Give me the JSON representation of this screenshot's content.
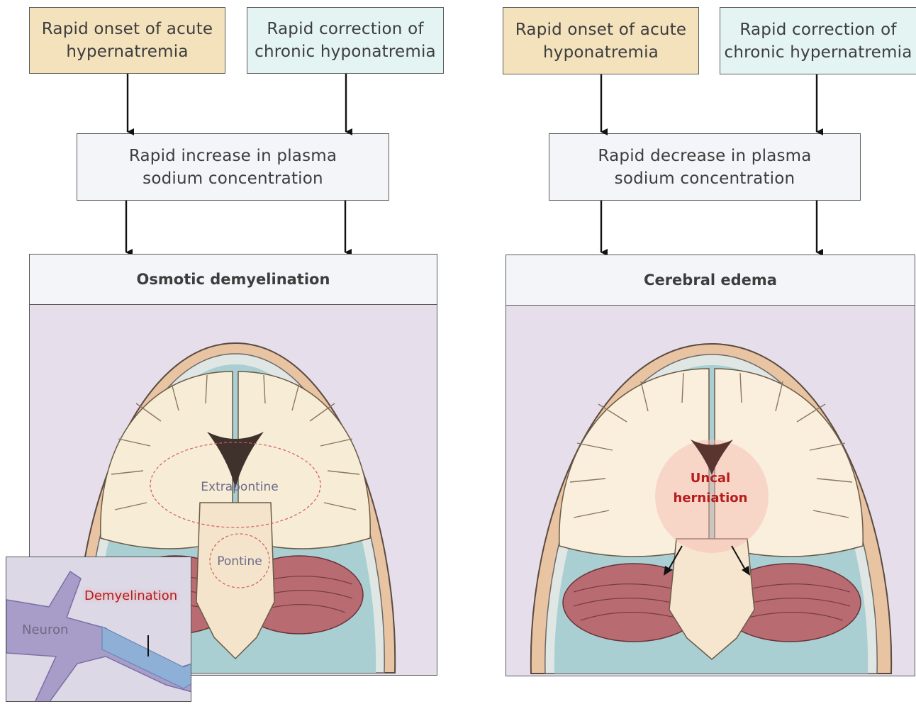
{
  "left": {
    "cause1": "Rapid onset of acute hypernatremia",
    "cause2": "Rapid correction of chronic hyponatremia",
    "mechanism": "Rapid increase in plasma sodium concentration",
    "outcome": "Osmotic demyelination",
    "labels": {
      "extrapontine": "Extrapontine",
      "pontine": "Pontine"
    },
    "inset": {
      "demyelination": "Demyelination",
      "neuron": "Neuron"
    }
  },
  "right": {
    "cause1": "Rapid onset of acute hyponatremia",
    "cause2": "Rapid correction of chronic hypernatremia",
    "mechanism": "Rapid decrease in plasma sodium concentration",
    "outcome": "Cerebral edema",
    "labels": {
      "uncal_line1": "Uncal",
      "uncal_line2": "herniation"
    }
  },
  "colors": {
    "cause_acute": "#f4e2bd",
    "cause_chronic": "#e4f4f2",
    "mechanism_box": "#f4f5f8",
    "panel_bg": "#e6deea",
    "highlight_red": "#c0282e"
  }
}
